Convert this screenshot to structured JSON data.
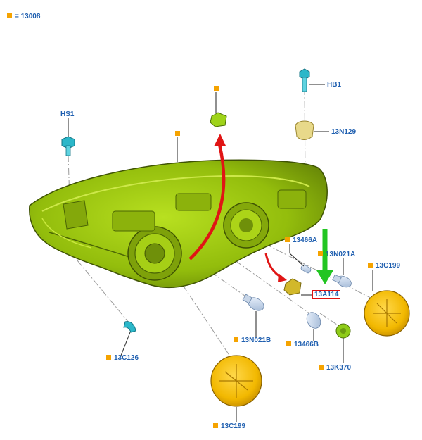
{
  "legend": {
    "text": "= 13008",
    "marker_color": "#f5a300"
  },
  "labels": {
    "hs1": "HS1",
    "hb1": "HB1",
    "n13n129": "13N129",
    "n13466a": "13466A",
    "n13n021a": "13N021A",
    "n13c199_right": "13C199",
    "n13a114": "13A114",
    "n13n021b": "13N021B",
    "n13466b": "13466B",
    "n13k370": "13K370",
    "n13c126": "13C126",
    "n13c199_bottom": "13C199"
  },
  "colors": {
    "label_text": "#1f5fb0",
    "marker": "#f5a300",
    "housing": "#9bc20f",
    "fastener": "#2bb7c9",
    "cover": "#f2b800",
    "arrow_red": "#e01515",
    "arrow_green": "#22c522",
    "highlight_box": "#e01010"
  },
  "icons": {
    "removal_arrow": "curved-red-arrow-icon",
    "pointer_arrow": "green-down-arrow-icon",
    "marker": "orange-square-icon"
  }
}
